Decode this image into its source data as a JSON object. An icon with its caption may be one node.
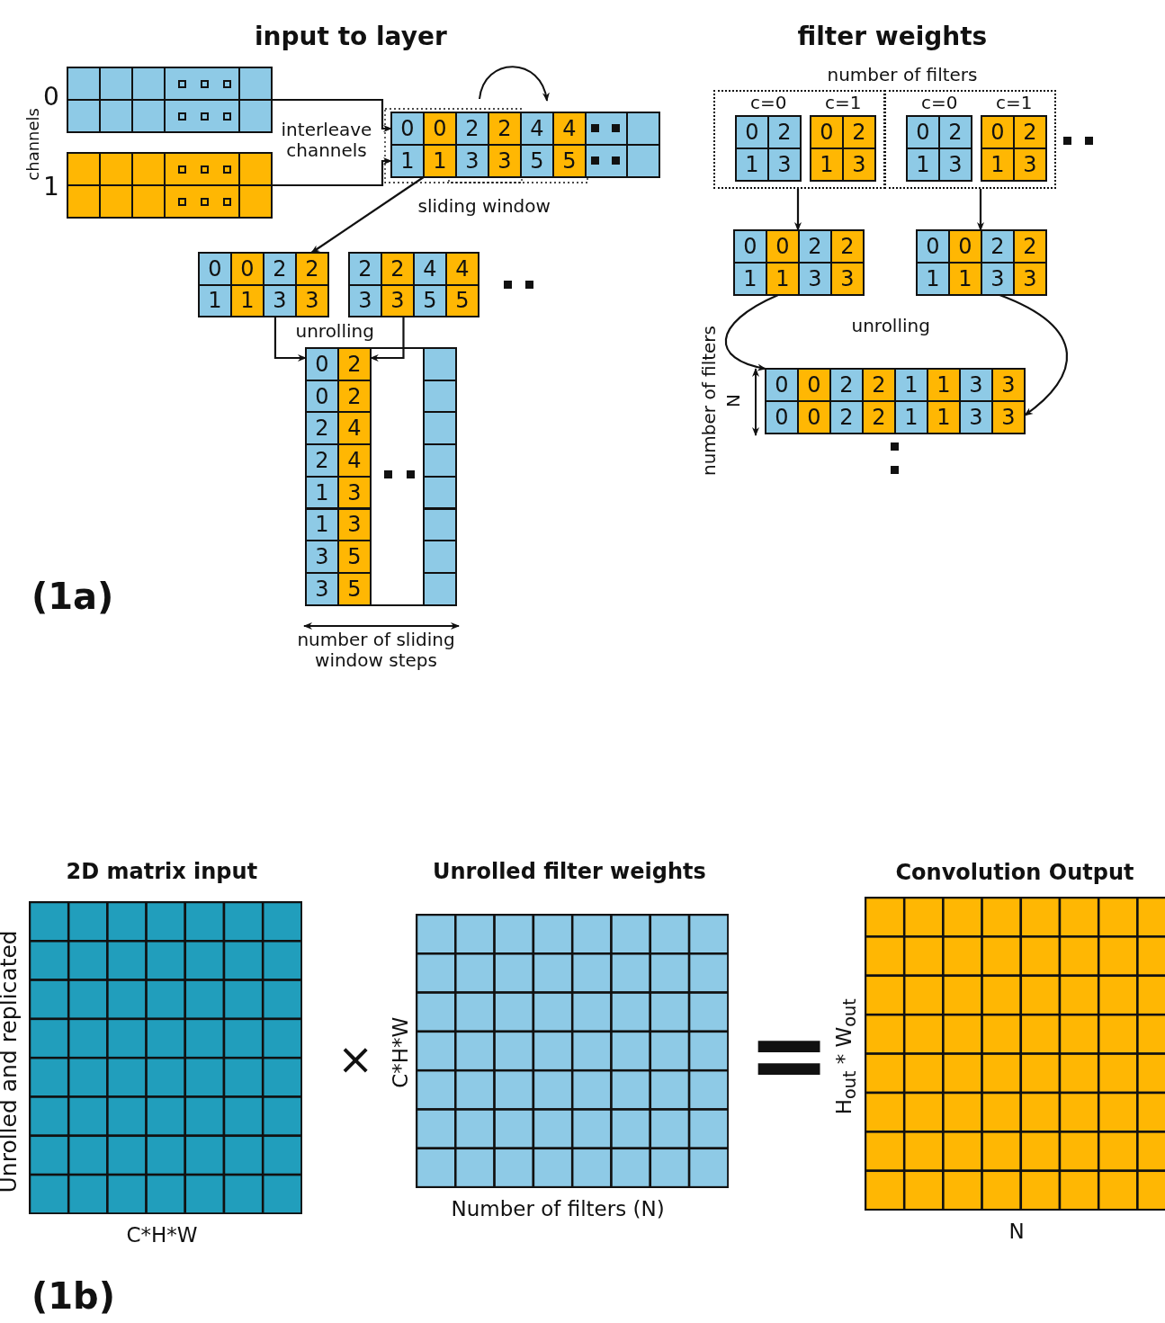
{
  "diagram": {
    "nodes": [
      {
        "text": [],
        "shape": "box"
      },
      {
        "text": [],
        "shape": "box"
      },
      {
        "text": [
          "0",
          "0",
          "2",
          "2",
          "4",
          "4",
          "1",
          "1",
          "3",
          "3",
          "5",
          "5"
        ]
      },
      {
        "text": [
          "0",
          "0",
          "2",
          "2",
          "1",
          "1",
          "3",
          "3"
        ]
      },
      {
        "text": [
          "2",
          "2",
          "4",
          "4",
          "3",
          "3",
          "5",
          "5"
        ]
      },
      {
        "text": [
          "0",
          "2",
          "0",
          "2",
          "2",
          "4",
          "2",
          "4",
          "1",
          "3",
          "1",
          "3",
          "3",
          "5",
          "3",
          "5"
        ]
      },
      {
        "text": [],
        "shape": "box"
      },
      {
        "text": [
          "0",
          "2",
          "1",
          "3"
        ],
        "beside": [
          "c=0"
        ],
        "in": 6
      },
      {
        "text": [
          "0",
          "2",
          "1",
          "3"
        ],
        "beside": [
          "c=1"
        ],
        "in": 6
      },
      {
        "text": [],
        "shape": "box"
      },
      {
        "text": [
          "0",
          "2",
          "1",
          "3"
        ],
        "beside": [
          "c=0"
        ],
        "in": 9
      },
      {
        "text": [
          "0",
          "2",
          "1",
          "3"
        ],
        "beside": [
          "c=1"
        ],
        "in": 9
      },
      {
        "text": [
          "0",
          "0",
          "2",
          "2",
          "1",
          "1",
          "3",
          "3"
        ]
      },
      {
        "text": [
          "0",
          "0",
          "2",
          "2",
          "1",
          "1",
          "3",
          "3"
        ]
      },
      {
        "text": [
          "0",
          "0",
          "2",
          "2",
          "1",
          "1",
          "3",
          "3",
          "0",
          "0",
          "2",
          "2",
          "1",
          "1",
          "3",
          "3"
        ]
      },
      {
        "text": [
          "2D matrix input"
        ],
        "beside": [
          "Unrolled and replicated",
          "C*H*W"
        ]
      },
      {
        "text": [
          "Unrolled filter weights"
        ],
        "beside": [
          "C*H*W",
          "Number of filters (N)"
        ]
      },
      {
        "text": [
          "Convolution Output"
        ],
        "beside": [
          "H$_{out}$ * W$_{out}$",
          "N"
        ]
      }
    ],
    "edges": [
      {
        "from": 0,
        "to": 2,
        "arrow": "to"
      },
      {
        "from": 1,
        "to": 2,
        "arrow": "to"
      },
      {
        "from": 2,
        "to": 3,
        "arrow": "to"
      },
      {
        "from": 3,
        "to": 5,
        "arrow": "to"
      },
      {
        "from": 4,
        "to": 5,
        "arrow": "to"
      },
      {
        "from": 6,
        "to": 12,
        "arrow": "to"
      },
      {
        "from": 9,
        "to": 13,
        "arrow": "to"
      },
      {
        "from": 12,
        "to": 14,
        "arrow": "to"
      },
      {
        "from": 13,
        "to": 14,
        "arrow": "to"
      }
    ],
    "labels": [
      "input to layer",
      "filter weights",
      "number of filters",
      "0",
      "channels",
      "interleave channels",
      "1",
      "sliding window",
      "unrolling",
      "unrolling",
      "number of filters",
      "N",
      "(1a)",
      "number of sliding window steps",
      "×",
      "=",
      "(1b)"
    ]
  }
}
